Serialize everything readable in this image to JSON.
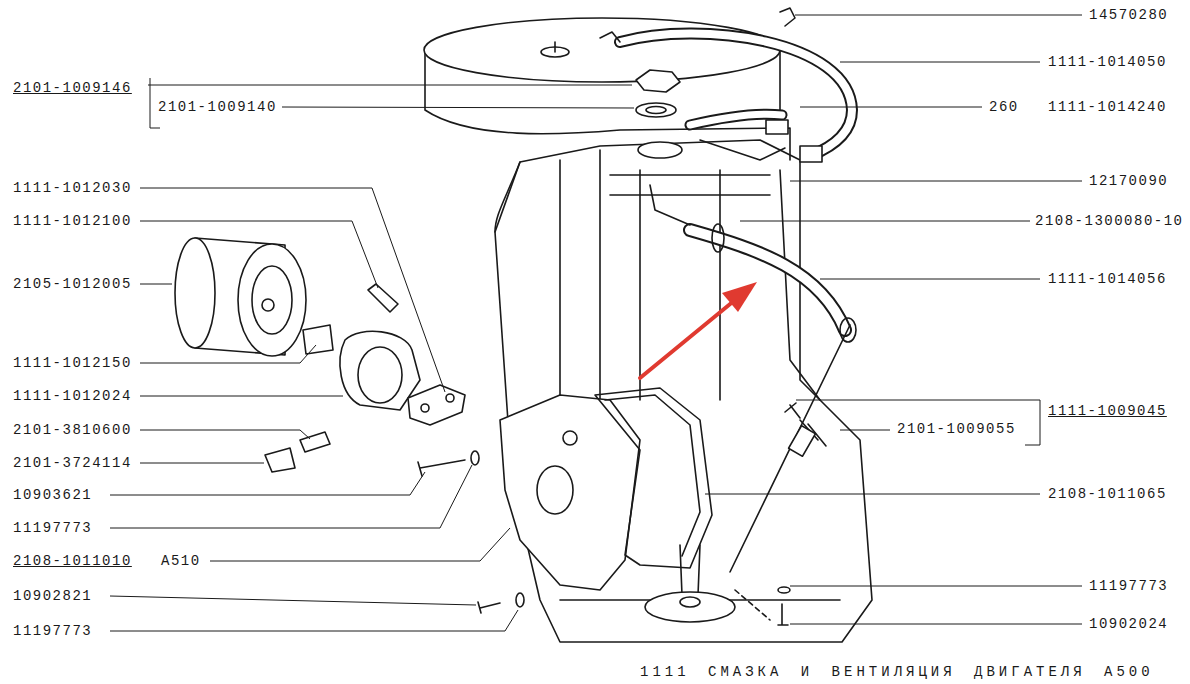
{
  "diagram": {
    "caption": "1111 СМАЗКА И ВЕНТИЛЯЦИЯ ДВИГАТЕЛЯ А500",
    "labels": [
      "2101-1009146",
      "2101-1009140",
      "1111-1012030",
      "1111-1012100",
      "2105-1012005",
      "1111-1012150",
      "1111-1012024",
      "2101-3810600",
      "2101-3724114",
      "10903621",
      "11197773",
      "2108-1011010",
      "А510",
      "10902821",
      "11197773",
      "14570280",
      "1111-1014050",
      "260",
      "1111-1014240",
      "12170090",
      "2108-1300080-10",
      "1111-1014056",
      "1111-1009045",
      "2101-1009055",
      "2108-1011065",
      "11197773",
      "10902024"
    ]
  }
}
